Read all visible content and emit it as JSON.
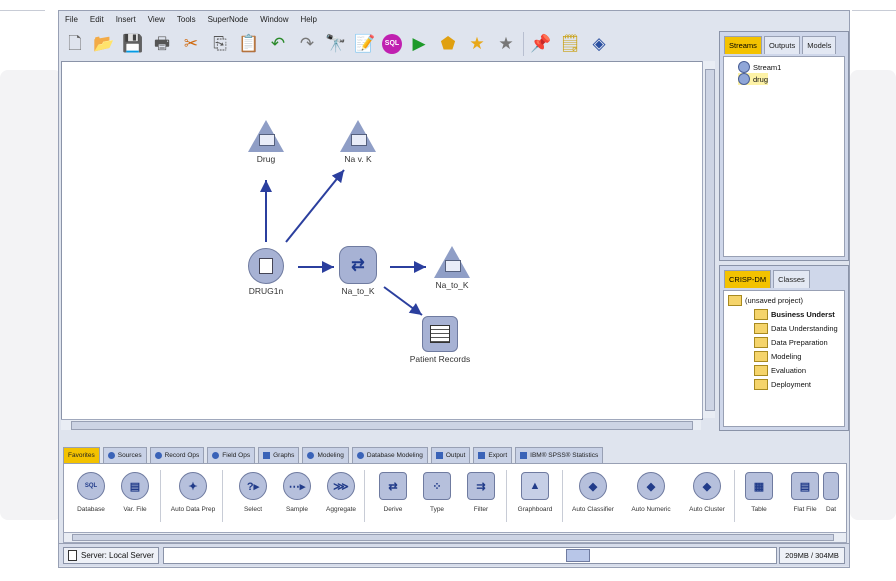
{
  "menu": [
    "File",
    "Edit",
    "Insert",
    "View",
    "Tools",
    "SuperNode",
    "Window",
    "Help"
  ],
  "toolbar": [
    {
      "icon": "new-icon",
      "glyph": "🗋"
    },
    {
      "icon": "open-folder-icon",
      "glyph": "📂"
    },
    {
      "icon": "save-icon",
      "glyph": "💾"
    },
    {
      "icon": "print-icon",
      "glyph": "🖶"
    },
    {
      "icon": "cut-icon",
      "glyph": "✂"
    },
    {
      "icon": "copy-icon",
      "glyph": "⎘"
    },
    {
      "icon": "paste-icon",
      "glyph": "📋"
    },
    {
      "icon": "undo-icon",
      "glyph": "↶"
    },
    {
      "icon": "redo-icon",
      "glyph": "↷"
    },
    {
      "icon": "find-icon",
      "glyph": "🔭"
    },
    {
      "icon": "edit-stream-icon",
      "glyph": "📝"
    },
    {
      "icon": "sql-icon",
      "glyph": "SQL"
    },
    {
      "icon": "run-icon",
      "glyph": "▶"
    },
    {
      "icon": "run-selection-icon",
      "glyph": "⬟"
    },
    {
      "icon": "star-add-icon",
      "glyph": "★"
    },
    {
      "icon": "star-icon",
      "glyph": "★"
    },
    {
      "icon": "annotate-icon",
      "glyph": "📌"
    },
    {
      "icon": "comment-icon",
      "glyph": "🗒"
    },
    {
      "icon": "help-icon",
      "glyph": "◈"
    }
  ],
  "canvas": {
    "nodes": {
      "drug": "Drug",
      "na_v_k_plot": "Na v. K",
      "drug1n": "DRUG1n",
      "na_to_k_derive": "Na_to_K",
      "na_to_k_hist": "Na_to_K",
      "patient_records": "Patient Records"
    }
  },
  "streams_panel": {
    "tabs": [
      "Streams",
      "Outputs",
      "Models"
    ],
    "active_tab": "Streams",
    "items": [
      "Stream1",
      "drug"
    ]
  },
  "crisp_panel": {
    "tabs": [
      "CRISP-DM",
      "Classes"
    ],
    "active_tab": "CRISP-DM",
    "root": "(unsaved project)",
    "items": [
      "Business Underst",
      "Data Understanding",
      "Data Preparation",
      "Modeling",
      "Evaluation",
      "Deployment"
    ]
  },
  "palette": {
    "tabs": [
      "Favorites",
      "Sources",
      "Record Ops",
      "Field Ops",
      "Graphs",
      "Modeling",
      "Database Modeling",
      "Output",
      "Export",
      "IBM® SPSS® Statistics"
    ],
    "active_tab": "Favorites",
    "nodes": [
      "Database",
      "Var. File",
      "Auto Data Prep",
      "Select",
      "Sample",
      "Aggregate",
      "Derive",
      "Type",
      "Filter",
      "Graphboard",
      "Auto Classifier",
      "Auto Numeric",
      "Auto Cluster",
      "Table",
      "Flat File",
      "Dat"
    ]
  },
  "status": {
    "server": "Server: Local Server",
    "memory": "209MB / 304MB"
  }
}
